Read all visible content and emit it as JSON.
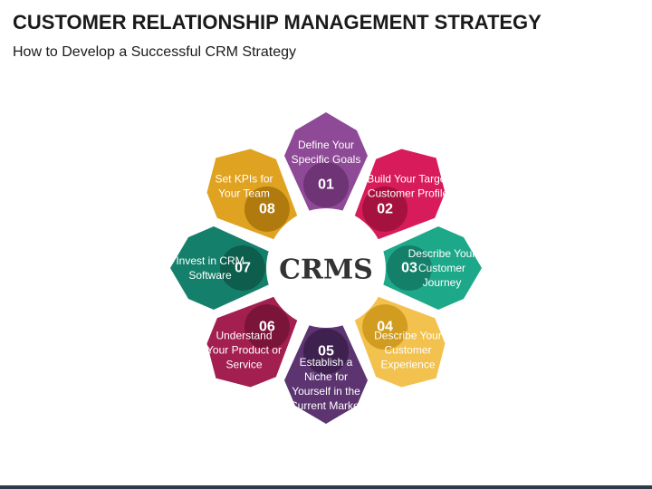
{
  "header": {
    "title": "CUSTOMER RELATIONSHIP MANAGEMENT STRATEGY",
    "subtitle": "How to Develop a Successful CRM Strategy"
  },
  "center": {
    "label": "CRMS"
  },
  "segments": [
    {
      "number": "01",
      "lines": [
        "Define Your",
        "Specific Goals"
      ],
      "color": "#8e4a97",
      "dark": "#6e3475"
    },
    {
      "number": "02",
      "lines": [
        "Build Your Target",
        "Customer Profile"
      ],
      "color": "#d81b5a",
      "dark": "#a5123f"
    },
    {
      "number": "03",
      "lines": [
        "Describe Your",
        "Customer",
        "Journey"
      ],
      "color": "#1ea88a",
      "dark": "#15806a"
    },
    {
      "number": "04",
      "lines": [
        "Describe Your",
        "Customer",
        "Experience"
      ],
      "color": "#f2c14e",
      "dark": "#d19c1f"
    },
    {
      "number": "05",
      "lines": [
        "Establish a",
        "Niche for",
        "Yourself in the",
        "Current Market"
      ],
      "color": "#5b3470",
      "dark": "#3f2150"
    },
    {
      "number": "06",
      "lines": [
        "Understand",
        "Your Product or",
        "Service"
      ],
      "color": "#a31f4f",
      "dark": "#7a1438"
    },
    {
      "number": "07",
      "lines": [
        "Invest in CRM",
        "Software"
      ],
      "color": "#14806b",
      "dark": "#0e5e4e"
    },
    {
      "number": "08",
      "lines": [
        "Set KPIs for",
        "Your Team"
      ],
      "color": "#e0a321",
      "dark": "#b07a0e"
    }
  ]
}
